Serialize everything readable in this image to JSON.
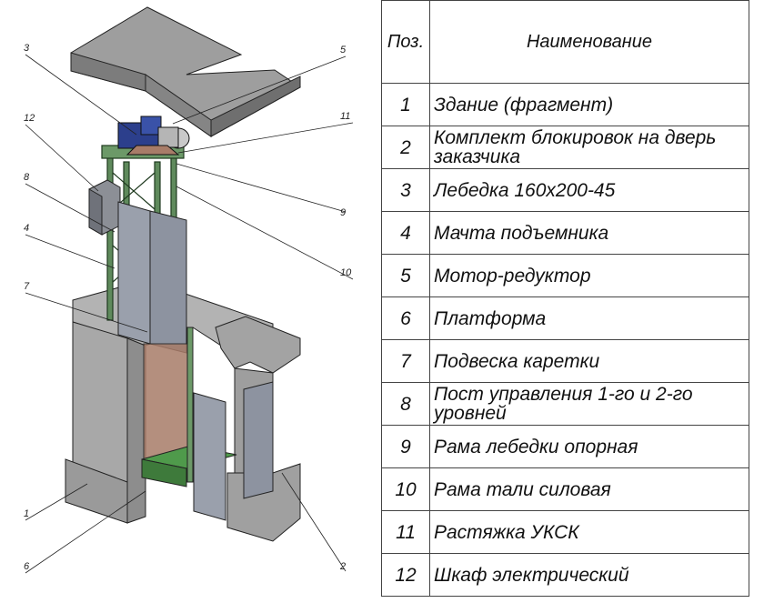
{
  "table": {
    "header": {
      "pos": "Поз.",
      "name": "Наименование"
    },
    "rows": [
      {
        "pos": "1",
        "name": "Здание (фрагмент)"
      },
      {
        "pos": "2",
        "name": "Комплект блокировок на дверь заказчика"
      },
      {
        "pos": "3",
        "name": "Лебедка 160х200-45"
      },
      {
        "pos": "4",
        "name": "Мачта подъемника"
      },
      {
        "pos": "5",
        "name": "Мотор-редуктор"
      },
      {
        "pos": "6",
        "name": "Платформа"
      },
      {
        "pos": "7",
        "name": "Подвеска каретки"
      },
      {
        "pos": "8",
        "name": "Пост управления 1-го и 2-го уровней"
      },
      {
        "pos": "9",
        "name": "Рама лебедки опорная"
      },
      {
        "pos": "10",
        "name": "Рама тали силовая"
      },
      {
        "pos": "11",
        "name": "Растяжка УКСК"
      },
      {
        "pos": "12",
        "name": "Шкаф электрический"
      }
    ]
  },
  "callouts": [
    "1",
    "2",
    "3",
    "4",
    "5",
    "6",
    "7",
    "8",
    "9",
    "10",
    "11",
    "12"
  ],
  "colors": {
    "concrete": "#a9a9a9",
    "concrete_dark": "#8a8a8a",
    "frame": "#5f8a5c",
    "platform": "#4f9a4b",
    "door": "#9aa0ac",
    "cabinet": "#8c8f96",
    "winch": "#2c3f8c",
    "carriage": "#a87c68"
  }
}
